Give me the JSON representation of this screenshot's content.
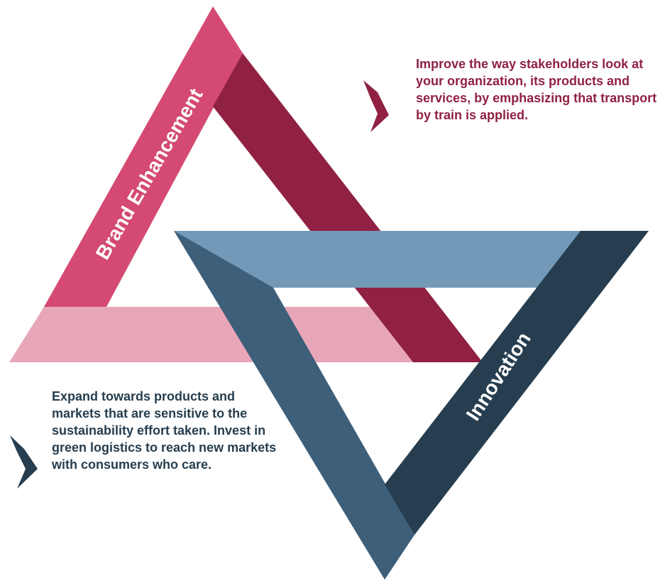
{
  "diagram": {
    "brand": {
      "label": "Brand Enhancement",
      "description": "Improve the way stakeholders look at your organization, its products and services, by emphasizing that transport by train is applied.",
      "colors": {
        "left_arm": "#D44A72",
        "right_arm": "#902142",
        "base": "#E8A7B9",
        "text": "#902142"
      }
    },
    "innovation": {
      "label": "Innovation",
      "description": "Expand towards products and markets that are sensitive to the sustainability effort taken. Invest in green logistics to reach new markets with consumers who care.",
      "colors": {
        "top_bar": "#7399B8",
        "left_arm": "#3D5F7A",
        "right_arm": "#263E4F",
        "text": "#263E4F"
      }
    },
    "icons": {
      "brand_arrow": "chevron-right-icon",
      "innovation_arrow": "chevron-right-icon"
    }
  }
}
